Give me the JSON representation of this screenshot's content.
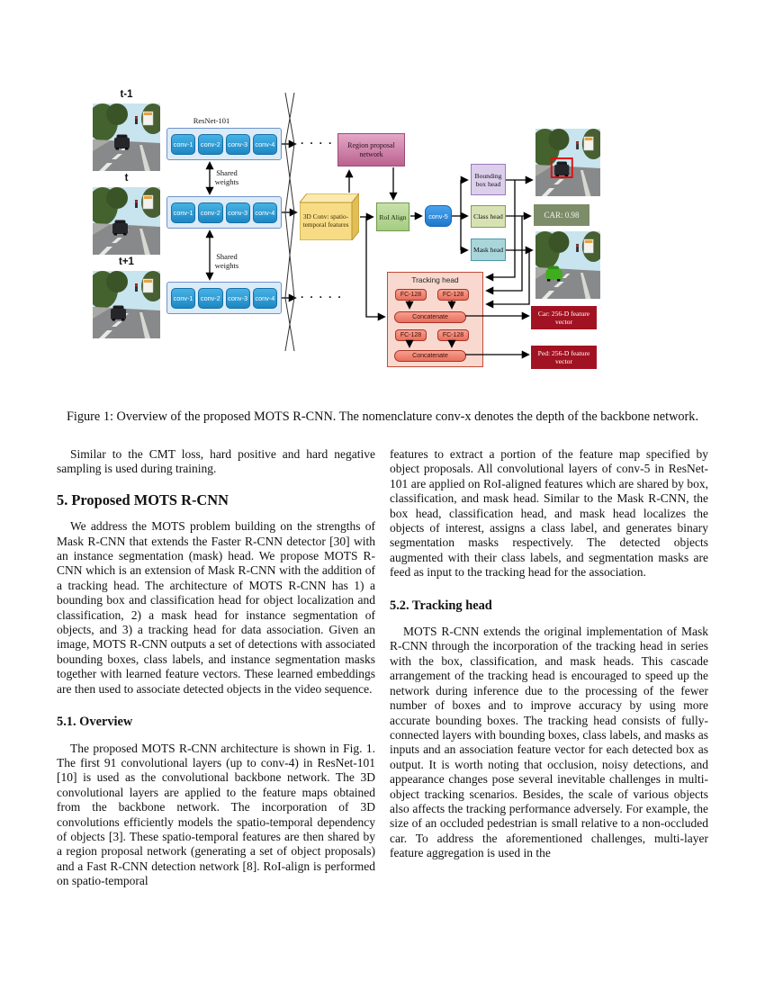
{
  "figure": {
    "caption": "Figure 1: Overview of the proposed MOTS R-CNN. The nomenclature conv-x denotes the depth of the backbone network.",
    "time_labels": [
      "t-1",
      "t",
      "t+1"
    ],
    "backbone_label": "ResNet-101",
    "conv_blocks": [
      "conv-1",
      "conv-2",
      "conv-3",
      "conv-4"
    ],
    "shared_weights": "Shared weights",
    "dots": "· · · · ·",
    "conv3d": "3D Conv: spatio-temporal features",
    "rpn": "Region proposal network",
    "roi_align": "RoI Align",
    "conv5": "conv-5",
    "box_head": "Bounding box head",
    "class_head": "Class head",
    "mask_head": "Mask head",
    "tracking_head": "Tracking head",
    "fc": "FC-128",
    "concatenate": "Concatenate",
    "car_vector": "Car: 256-D feature vector",
    "ped_vector": "Ped: 256-D feature vector",
    "class_score": "CAR: 0.98",
    "colors": {
      "conv_block": "#2f9fdb",
      "resnet_fill": "#dcebf8",
      "cube_fill": "#f7dc85",
      "rpn_fill": "#bb6290",
      "roi_fill": "#b9d795",
      "conv5_fill": "#2a8de0",
      "box_head_fill": "#dccfec",
      "class_head_fill": "#d7e2b4",
      "mask_head_fill": "#a9d6da",
      "tracking_fill": "#f9d9cf",
      "fc_fill": "#ef8574",
      "vector_fill": "#a11322",
      "score_fill": "#7d8c69",
      "bbox_stroke": "#e01010",
      "mask_green": "#3fae1e"
    }
  },
  "article": {
    "left": {
      "para0": "Similar to the CMT loss, hard positive and hard negative sampling is used during training.",
      "section5": "5. Proposed MOTS R-CNN",
      "para1": "We address the MOTS problem building on the strengths of Mask R-CNN that extends the Faster R-CNN detector [30] with an instance segmentation (mask) head. We propose MOTS R-CNN which is an extension of Mask R-CNN with the addition of a tracking head. The architecture of MOTS R-CNN has 1) a bounding box and classification head for object localization and classification, 2) a mask head for instance segmentation of objects, and 3) a tracking head for data association. Given an image, MOTS R-CNN outputs a set of detections with associated bounding boxes, class labels, and instance segmentation masks together with learned feature vectors. These learned embeddings are then used to associate detected objects in the video sequence.",
      "section51": "5.1. Overview",
      "para2": "The proposed MOTS R-CNN architecture is shown in Fig. 1. The first 91 convolutional layers (up to conv-4) in ResNet-101 [10] is used as the convolutional backbone network. The 3D convolutional layers are applied to the feature maps obtained from the backbone network. The incorporation of 3D convolutions efficiently models the spatio-temporal dependency of objects [3]. These spatio-temporal features are then shared by a region proposal network (generating a set of object proposals) and a Fast R-CNN detection network [8]. RoI-align is performed on spatio-temporal"
    },
    "right": {
      "para0": "features to extract a portion of the feature map specified by object proposals. All convolutional layers of conv-5 in ResNet-101 are applied on RoI-aligned features which are shared by box, classification, and mask head. Similar to the Mask R-CNN, the box head, classification head, and mask head localizes the objects of interest, assigns a class label, and generates binary segmentation masks respectively. The detected objects augmented with their class labels, and segmentation masks are feed as input to the tracking head for the association.",
      "section52": "5.2. Tracking head",
      "para1": "MOTS R-CNN extends the original implementation of Mask R-CNN through the incorporation of the tracking head in series with the box, classification, and mask heads. This cascade arrangement of the tracking head is encouraged to speed up the network during inference due to the processing of the fewer number of boxes and to improve accuracy by using more accurate bounding boxes. The tracking head consists of fully-connected layers with bounding boxes, class labels, and masks as inputs and an association feature vector for each detected box as output. It is worth noting that occlusion, noisy detections, and appearance changes pose several inevitable challenges in multi-object tracking scenarios. Besides, the scale of various objects also affects the tracking performance adversely. For example, the size of an occluded pedestrian is small relative to a non-occluded car. To address the aforementioned challenges, multi-layer feature aggregation is used in the"
    }
  }
}
